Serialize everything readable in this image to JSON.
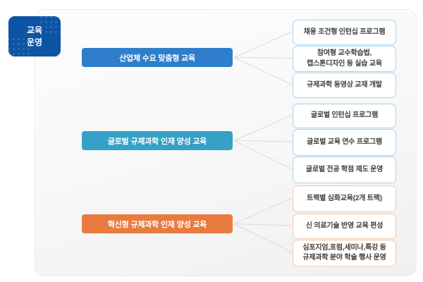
{
  "diagram": {
    "root": {
      "label": "교육\n운영",
      "color": "#0d54a4",
      "text_color": "#ffffff"
    },
    "groups": [
      {
        "title": "산업체 수요 맞춤형 교육",
        "color": "#2e7ecb",
        "item_border_color": "#a9d4eb",
        "items": [
          "채용 조건형 인턴십 프로그램",
          "참여형 교수학습법,\n캡스톤디자인 등 실습 교육",
          "규제과학 동영상 교재 개발"
        ]
      },
      {
        "title": "글로벌 규제과학 인재 양성 교육",
        "color": "#36a0c6",
        "item_border_color": "#a9d4eb",
        "items": [
          "글로벌 인턴십 프로그램",
          "글로벌 교육 연수 프로그램",
          "글로벌 전공 학점 제도 운영"
        ]
      },
      {
        "title": "혁신형 규제과학 인재 양성 교육",
        "color": "#e87b40",
        "item_border_color": "#f4c8a6",
        "items": [
          "트랙별 심화교육(2개 트랙)",
          "신 의료기술 반영 교육 편성",
          "심포지엄,포럼,세미나,특강 등\n규제과학 분야 학술 행사 운영"
        ]
      }
    ],
    "connector_color": "#d7dbde"
  }
}
